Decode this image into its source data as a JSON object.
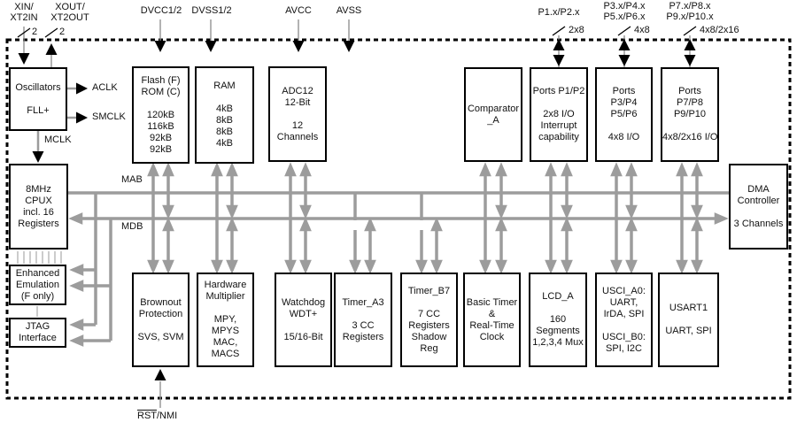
{
  "pins": {
    "xin": {
      "lines": [
        "XIN/",
        "XT2IN"
      ],
      "count": "2"
    },
    "xout": {
      "lines": [
        "XOUT/",
        "XT2OUT"
      ],
      "count": "2"
    },
    "dvcc": {
      "label": "DVCC1/2"
    },
    "dvss": {
      "label": "DVSS1/2"
    },
    "avcc": {
      "label": "AVCC"
    },
    "avss": {
      "label": "AVSS"
    },
    "p12": {
      "label": "P1.x/P2.x",
      "count": "2x8"
    },
    "p34": {
      "lines": [
        "P3.x/P4.x",
        "P5.x/P6.x"
      ],
      "count": "4x8"
    },
    "p78": {
      "lines": [
        "P7.x/P8.x",
        "P9.x/P10.x"
      ],
      "count": "4x8/2x16"
    },
    "rst": {
      "overlined": "RST",
      "rest": "/NMI"
    }
  },
  "clocks": {
    "aclk": "ACLK",
    "smclk": "SMCLK",
    "mclk": "MCLK"
  },
  "buses": {
    "mab": "MAB",
    "mdb": "MDB"
  },
  "blocks": {
    "oscillators": {
      "lines": [
        "Oscillators",
        "",
        "FLL+"
      ]
    },
    "flash": {
      "lines": [
        "Flash (F)",
        "ROM (C)",
        "",
        "120kB",
        "116kB",
        "92kB",
        "92kB"
      ]
    },
    "ram": {
      "lines": [
        "RAM",
        "",
        "4kB",
        "8kB",
        "8kB",
        "4kB"
      ]
    },
    "adc12": {
      "lines": [
        "ADC12",
        "12-Bit",
        "",
        "12",
        "Channels"
      ]
    },
    "comparator": {
      "lines": [
        "Comparator",
        "_A"
      ]
    },
    "ports_p1p2": {
      "lines": [
        "Ports P1/P2",
        "",
        "2x8 I/O",
        "Interrupt",
        "capability"
      ]
    },
    "ports_p3p6": {
      "lines": [
        "Ports",
        "P3/P4",
        "P5/P6",
        "",
        "4x8 I/O"
      ]
    },
    "ports_p7p10": {
      "lines": [
        "Ports",
        "P7/P8",
        "P9/P10",
        "",
        "4x8/2x16 I/O"
      ]
    },
    "cpu": {
      "lines": [
        "8MHz",
        "CPUX",
        "incl. 16",
        "Registers"
      ]
    },
    "dma": {
      "lines": [
        "DMA",
        "Controller",
        "",
        "3 Channels"
      ]
    },
    "emulation": {
      "lines": [
        "Enhanced",
        "Emulation",
        "(F only)"
      ]
    },
    "jtag": {
      "lines": [
        "JTAG",
        "Interface"
      ]
    },
    "brownout": {
      "lines": [
        "Brownout",
        "Protection",
        "",
        "SVS, SVM"
      ]
    },
    "multiplier": {
      "lines": [
        "Hardware",
        "Multiplier",
        "",
        "MPY,",
        "MPYS",
        "MAC,",
        "MACS"
      ]
    },
    "watchdog": {
      "lines": [
        "Watchdog",
        "WDT+",
        "",
        "15/16-Bit"
      ]
    },
    "timer_a3": {
      "lines": [
        "Timer_A3",
        "",
        "3 CC",
        "Registers"
      ]
    },
    "timer_b7": {
      "lines": [
        "Timer_B7",
        "",
        "7 CC",
        "Registers",
        "Shadow",
        "Reg"
      ]
    },
    "basic_timer": {
      "lines": [
        "Basic Timer",
        "&",
        "Real-Time",
        "Clock"
      ]
    },
    "lcd_a": {
      "lines": [
        "LCD_A",
        "",
        "160",
        "Segments",
        "1,2,3,4 Mux"
      ]
    },
    "usci": {
      "lines": [
        "USCI_A0:",
        "UART,",
        "IrDA, SPI",
        "",
        "USCI_B0:",
        "SPI, I2C"
      ]
    },
    "usart1": {
      "lines": [
        "USART1",
        "",
        "UART, SPI"
      ]
    }
  },
  "colors": {
    "bus_gray": "#9c9c9c",
    "pin_stem": "#8a8a8a",
    "black": "#000000",
    "background": "#ffffff"
  }
}
